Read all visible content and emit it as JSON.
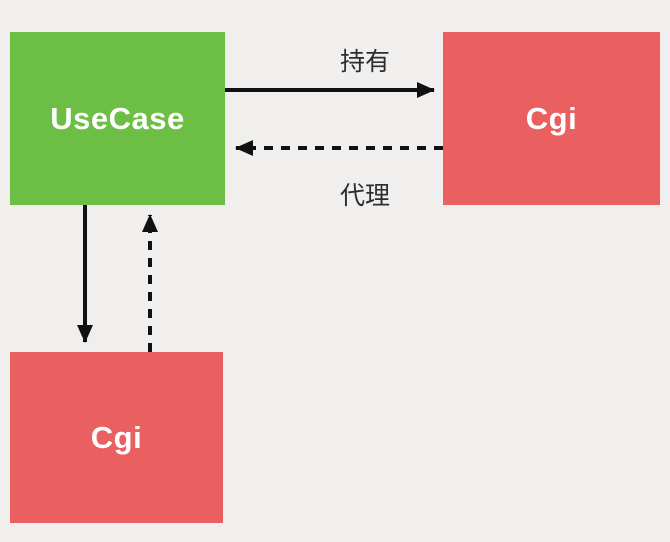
{
  "diagram": {
    "background_color": "#f0efee",
    "arrow_color": "#111111",
    "nodes": [
      {
        "id": "usecase",
        "label": "UseCase",
        "color": "#6cbf44",
        "text_color": "#ffffff"
      },
      {
        "id": "cgi-right",
        "label": "Cgi",
        "color": "#ea5f5f",
        "text_color": "#ffffff"
      },
      {
        "id": "cgi-bottom",
        "label": "Cgi",
        "color": "#ea5f5f",
        "text_color": "#ffffff"
      }
    ],
    "edges": [
      {
        "from": "usecase",
        "to": "cgi-right",
        "style": "solid",
        "label": "持有"
      },
      {
        "from": "cgi-right",
        "to": "usecase",
        "style": "dashed",
        "label": "代理"
      },
      {
        "from": "usecase",
        "to": "cgi-bottom",
        "style": "solid",
        "label": ""
      },
      {
        "from": "cgi-bottom",
        "to": "usecase",
        "style": "dashed",
        "label": ""
      }
    ]
  }
}
